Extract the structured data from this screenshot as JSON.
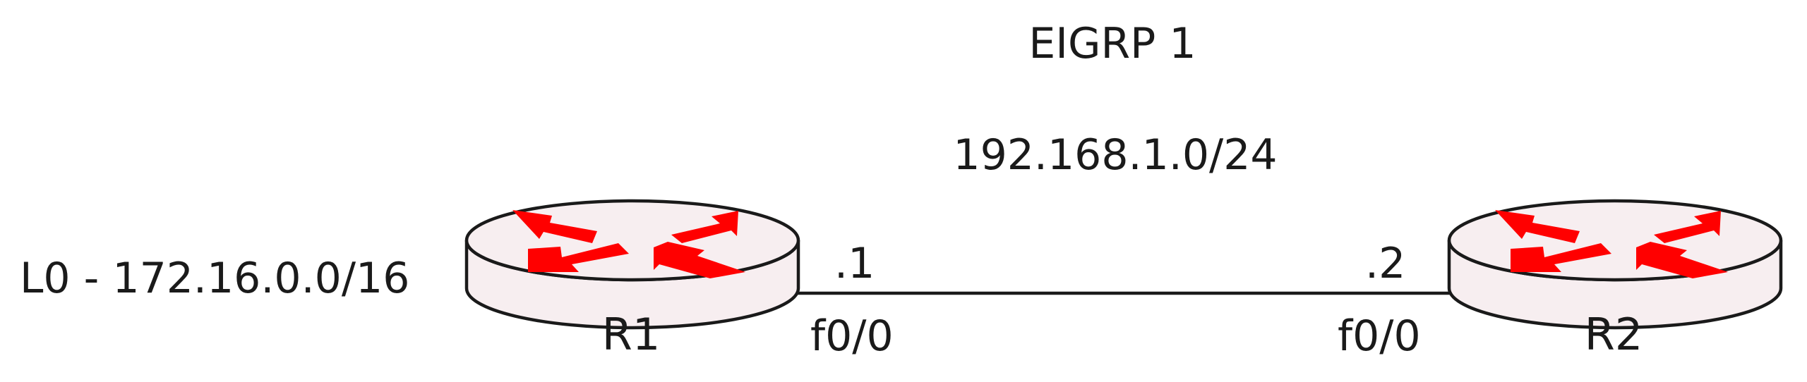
{
  "title": "EIGRP 1",
  "network": "192.168.1.0/24",
  "loopback_label": "L0 - 172.16.0.0/16",
  "routers": [
    {
      "name": "R1",
      "interface": "f0/0",
      "host_address": ".1"
    },
    {
      "name": "R2",
      "interface": "f0/0",
      "host_address": ".2"
    }
  ],
  "colors": {
    "arrow": "#ff0000",
    "router_fill": "#f7eef0",
    "line": "#1a1a1a"
  },
  "icons": {
    "router": "router-icon"
  }
}
